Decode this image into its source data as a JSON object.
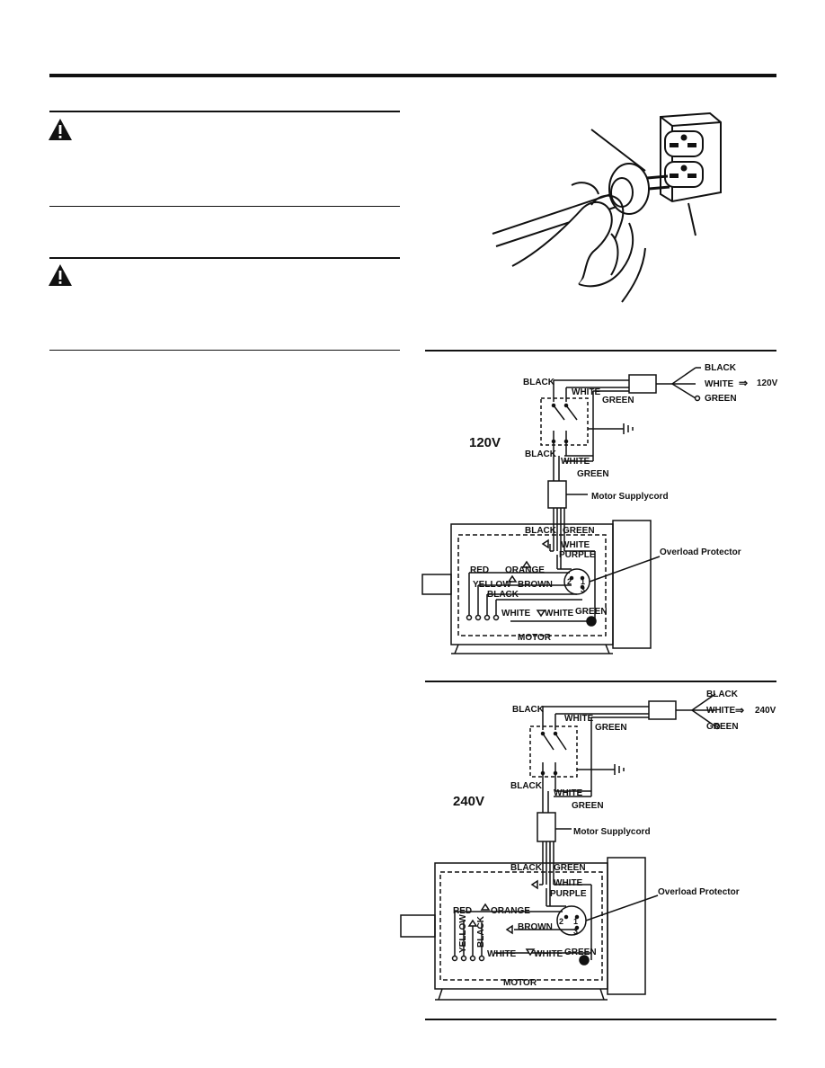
{
  "diagram_120": {
    "voltage": "120V",
    "plug_voltage": "120V",
    "labels": {
      "black_top": "BLACK",
      "white_top": "WHITE",
      "green_top": "GREEN",
      "black_mid": "BLACK",
      "white_mid": "WHITE",
      "green_mid": "GREEN",
      "motor_supplycord": "Motor Supplycord",
      "black_motor": "BLACK",
      "green_motor": "GREEN",
      "white_motor": "WHITE",
      "purple": "PURPLE",
      "overload_protector": "Overload Protector",
      "red": "RED",
      "orange": "ORANGE",
      "yellow": "YELLOW",
      "brown": "BROWN",
      "black_inner": "BLACK",
      "white_inner1": "WHITE",
      "white_inner2": "WHITE",
      "green_inner": "GREEN",
      "motor": "MOTOR",
      "plug_black": "BLACK",
      "plug_white": "WHITE",
      "plug_green": "GREEN",
      "term_2": "2",
      "term_1": "1",
      "term_3": "3"
    }
  },
  "diagram_240": {
    "voltage": "240V",
    "plug_voltage": "240V",
    "labels": {
      "black_top": "BLACK",
      "white_top": "WHITE",
      "green_top": "GREEN",
      "black_mid": "BLACK",
      "white_mid": "WHITE",
      "green_mid": "GREEN",
      "motor_supplycord": "Motor Supplycord",
      "black_motor": "BLACK",
      "green_motor": "GREEN",
      "white_motor": "WHITE",
      "purple": "PURPLE",
      "overload_protector": "Overload Protector",
      "red": "RED",
      "orange": "ORANGE",
      "yellow": "YELLOW",
      "brown": "BROWN",
      "black_inner": "BLACK",
      "white_inner1": "WHITE",
      "white_inner2": "WHITE",
      "green_inner": "GREEN",
      "motor": "MOTOR",
      "plug_black": "BLACK",
      "plug_white": "WHITE",
      "plug_green": "GREEN",
      "term_2": "2",
      "term_1": "1",
      "term_3": "3"
    }
  },
  "icons": {
    "warning": "warning-triangle-icon"
  }
}
